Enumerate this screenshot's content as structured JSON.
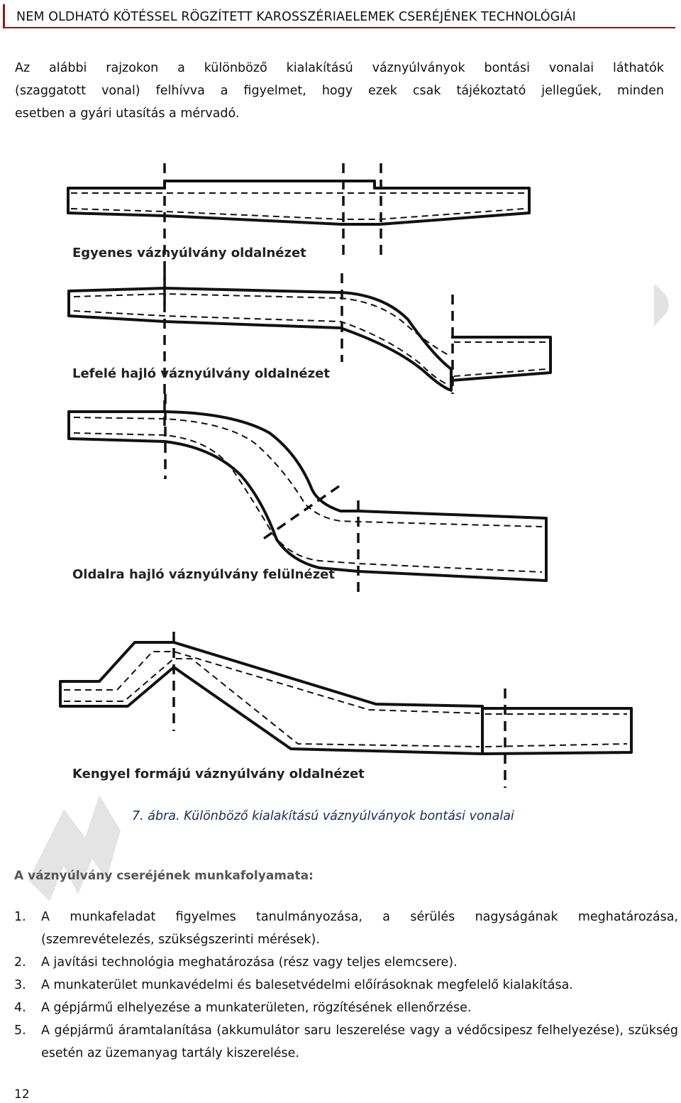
{
  "header": {
    "title": "NEM OLDHATÓ KÖTÉSSEL RÖGZÍTETT KAROSSZÉRIAELEMEK CSERÉJÉNEK TECHNOLÓGIÁI"
  },
  "intro": {
    "line1": "Az alábbi rajzokon a különböző kialakítású váznyúlványok bontási vonalai láthatók",
    "line2": "(szaggatott vonal) felhívva a figyelmet, hogy ezek csak tájékoztató jellegűek, minden",
    "line3": "esetben a gyári utasítás a mérvadó."
  },
  "figure": {
    "labels": [
      "Egyenes váznyúlvány oldalnézet",
      "Lefelé hajló váznyúlvány oldalnézet",
      "Oldalra hajló váznyúlvány felülnézet",
      "Kengyel formájú váznyúlvány oldalnézet"
    ],
    "caption": "7. ábra. Különböző kialakítású váznyúlványok bontási vonalai"
  },
  "section": {
    "title": "A váznyúlvány cseréjének munkafolyamata:"
  },
  "steps": [
    {
      "num": "1.",
      "text": "A munkafeladat figyelmes tanulmányozása, a sérülés nagyságának meghatározása, (szemrevételezés, szükségszerinti mérések)."
    },
    {
      "num": "2.",
      "text": "A javítási technológia meghatározása (rész vagy teljes elemcsere)."
    },
    {
      "num": "3.",
      "text": "A munkaterület munkavédelmi és balesetvédelmi előírásoknak megfelelő kialakítása."
    },
    {
      "num": "4.",
      "text": "A gépjármű elhelyezése a munkaterületen, rögzítésének ellenőrzése."
    },
    {
      "num": "5.",
      "text": "A gépjármű áramtalanítása (akkumulátor saru leszerelése vagy a védőcsipesz felhelyezése), szükség esetén az üzemanyag tartály kiszerelése."
    }
  ],
  "footer": {
    "page_number": "12"
  },
  "colors": {
    "header_rule": "#8b1a1a",
    "caption": "#1b2b5a",
    "section_title": "#555555",
    "watermark": "#d9d9d9"
  }
}
